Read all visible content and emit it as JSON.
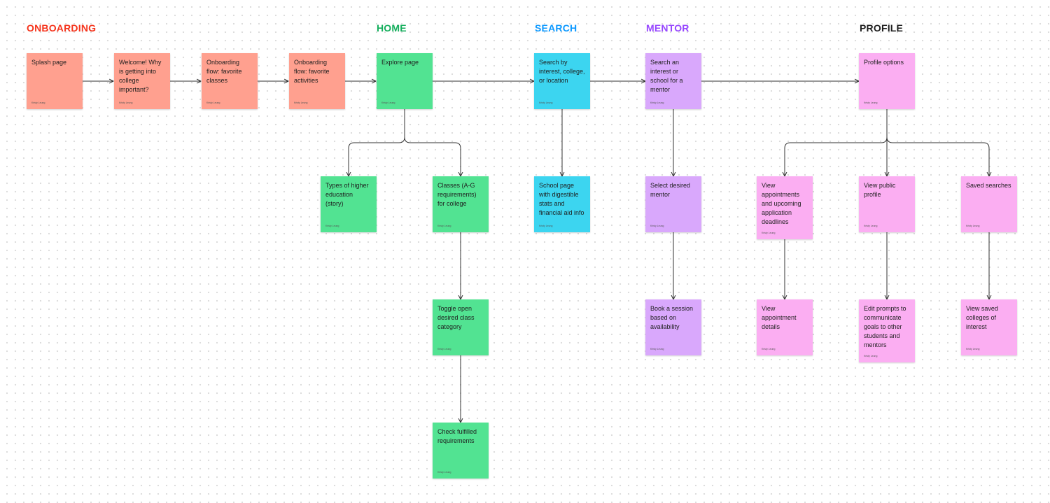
{
  "colors": {
    "onboarding_title": "#f5331b",
    "home_title": "#14ae5c",
    "search_title": "#0d99ff",
    "mentor_title": "#9747ff",
    "profile_title": "#1e1e1e",
    "salmon_note": "#ffa08f",
    "green_note": "#52e392",
    "cyan_note": "#3cd5f0",
    "lavender_note": "#d9a8fc",
    "pink_note": "#fbaef2",
    "connector": "#333333"
  },
  "sections": {
    "onboarding": "ONBOARDING",
    "home": "HOME",
    "search": "SEARCH",
    "mentor": "MENTOR",
    "profile": "PROFILE"
  },
  "notes": {
    "splash": {
      "text": "Splash page",
      "author": "Kristy Leung"
    },
    "welcome": {
      "text": "Welcome! Why is getting into college important?",
      "author": "Kristy Leung"
    },
    "fav_classes": {
      "text": "Onboarding flow: favorite classes",
      "author": "Kristy Leung"
    },
    "fav_activities": {
      "text": "Onboarding flow: favorite activities",
      "author": "Kristy Leung"
    },
    "explore": {
      "text": "Explore page",
      "author": "Kristy Leung"
    },
    "higher_ed": {
      "text": "Types of higher education (story)",
      "author": "Kristy Leung"
    },
    "classes_ag": {
      "text": "Classes (A-G requirements) for college",
      "author": "Kristy Leung"
    },
    "toggle_category": {
      "text": "Toggle open desired class category",
      "author": "Kristy Leung"
    },
    "check_requirements": {
      "text": "Check fulfilled requirements",
      "author": "Kristy Leung"
    },
    "search_by": {
      "text": "Search by interest, college, or location",
      "author": "Kristy Leung"
    },
    "school_page": {
      "text": "School page with digestible stats and financial aid info",
      "author": "Kristy Leung"
    },
    "search_mentor": {
      "text": "Search an interest or school for a mentor",
      "author": "Kristy Leung"
    },
    "select_mentor": {
      "text": "Select desired mentor",
      "author": "Kristy Leung"
    },
    "book_session": {
      "text": "Book a session based on availability",
      "author": "Kristy Leung"
    },
    "profile_options": {
      "text": "Profile options",
      "author": "Kristy Leung"
    },
    "view_appointments": {
      "text": "View appointments and upcoming application deadlines",
      "author": "Kristy Leung"
    },
    "view_public": {
      "text": "View public profile",
      "author": "Kristy Leung"
    },
    "saved_searches": {
      "text": "Saved searches",
      "author": "Kristy Leung"
    },
    "appointment_details": {
      "text": "View appointment details",
      "author": "Kristy Leung"
    },
    "edit_prompts": {
      "text": "Edit prompts to communicate goals to other students and mentors",
      "author": "Kristy Leung"
    },
    "saved_colleges": {
      "text": "View saved colleges of interest",
      "author": "Kristy Leung"
    }
  }
}
